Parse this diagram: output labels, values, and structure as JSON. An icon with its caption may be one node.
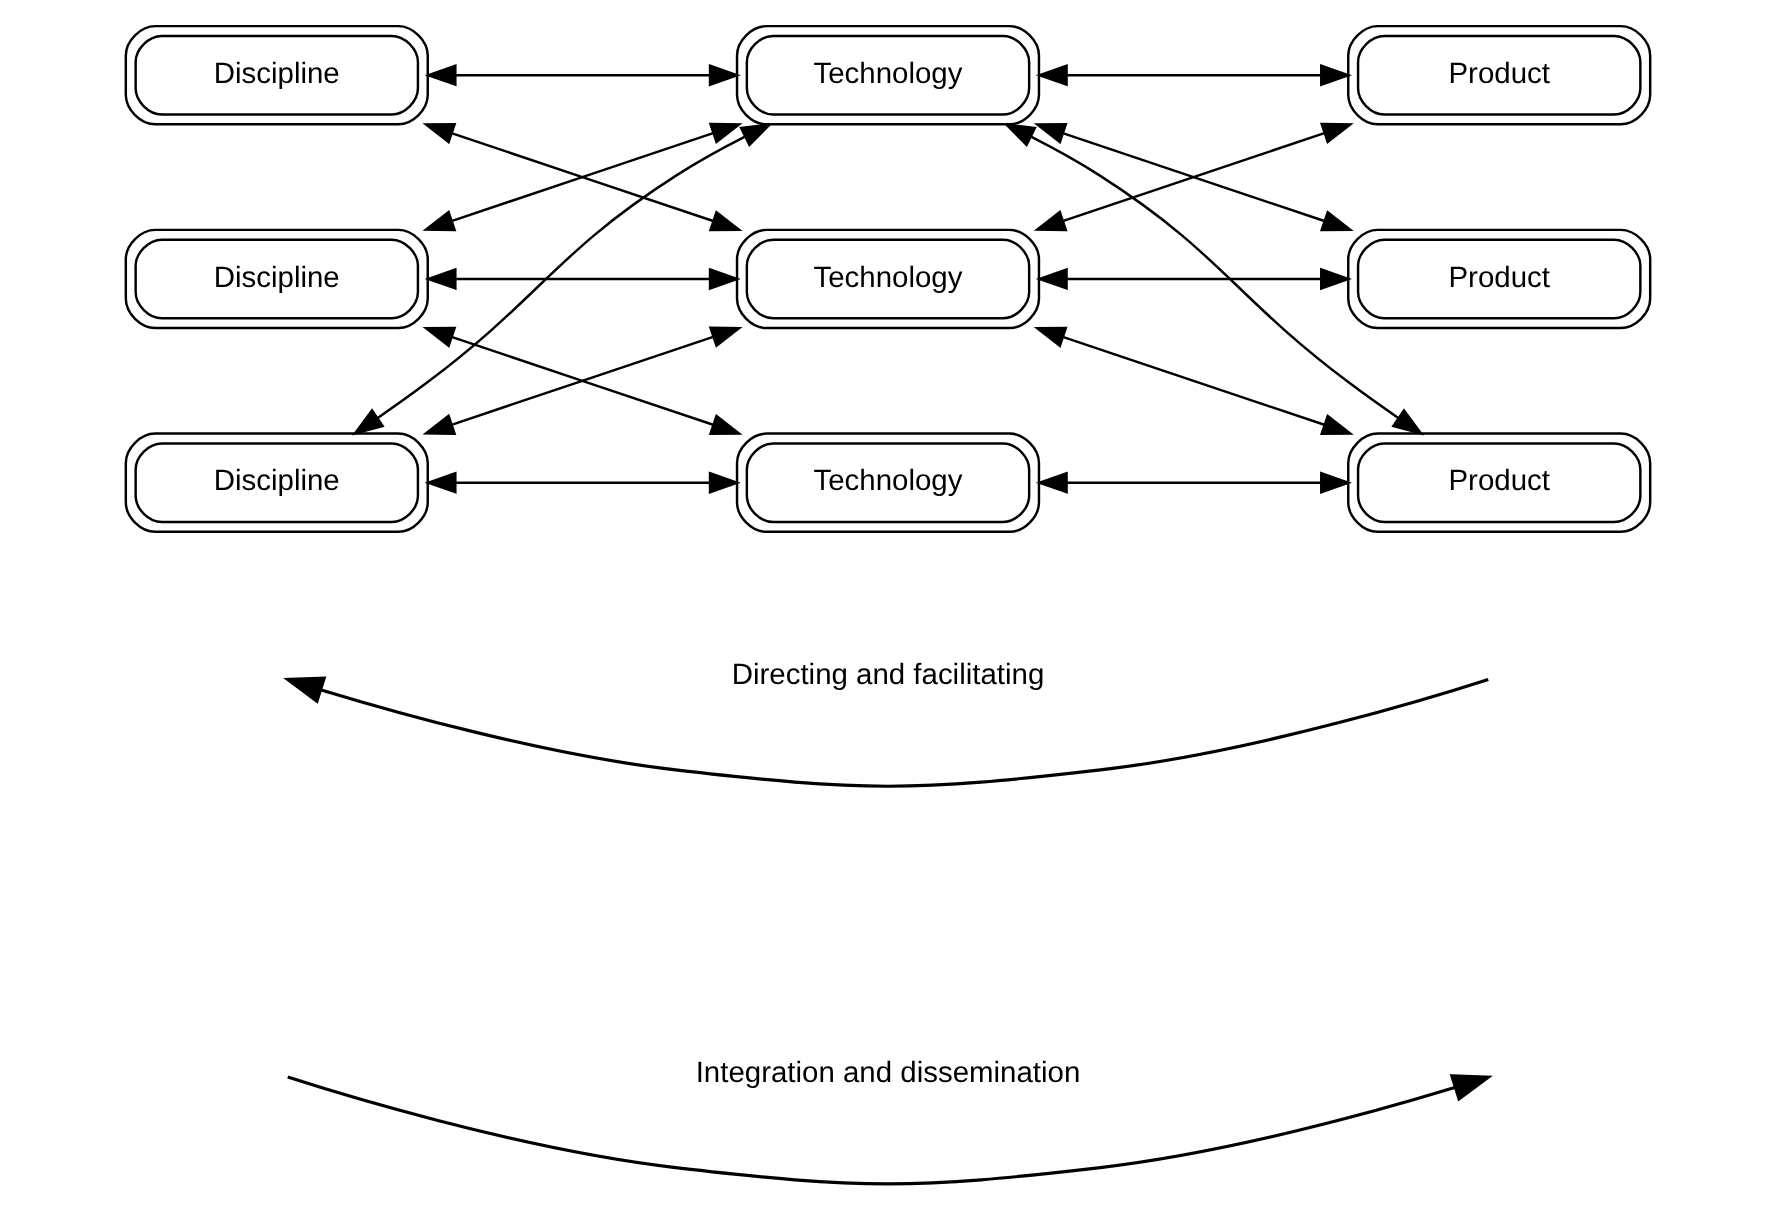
{
  "diagram": {
    "nodes": [
      {
        "text": [
          "Discipline"
        ]
      },
      {
        "text": [
          "Technology"
        ]
      },
      {
        "text": [
          "Product"
        ]
      },
      {
        "text": [
          "Discipline"
        ]
      },
      {
        "text": [
          "Technology"
        ]
      },
      {
        "text": [
          "Product"
        ]
      },
      {
        "text": [
          "Discipline"
        ]
      },
      {
        "text": [
          "Technology"
        ]
      },
      {
        "text": [
          "Product"
        ]
      }
    ],
    "edges": [
      {
        "from": 0,
        "to": 4,
        "arrow": "both"
      },
      {
        "from": 0,
        "to": 7,
        "arrow": "both"
      },
      {
        "from": 3,
        "to": 1,
        "arrow": "both"
      },
      {
        "from": 3,
        "to": 4,
        "arrow": "both"
      },
      {
        "from": 3,
        "to": 7,
        "arrow": "both"
      },
      {
        "from": 6,
        "to": 1,
        "arrow": "both"
      },
      {
        "from": 6,
        "to": 4,
        "arrow": "both"
      },
      {
        "from": 6,
        "to": 7,
        "arrow": "both"
      },
      {
        "from": 1,
        "to": 5,
        "arrow": "both"
      },
      {
        "from": 4,
        "to": 2,
        "arrow": "both"
      },
      {
        "from": 4,
        "to": 5,
        "arrow": "both"
      },
      {
        "from": 4,
        "to": 8,
        "arrow": "both"
      },
      {
        "from": 7,
        "to": 2,
        "arrow": "both"
      },
      {
        "from": 7,
        "to": 5,
        "arrow": "both"
      },
      {
        "from": 7,
        "to": 8,
        "arrow": "both"
      }
    ],
    "labels": [
      "Integration and dissemination",
      "Directing and facilitating"
    ]
  }
}
